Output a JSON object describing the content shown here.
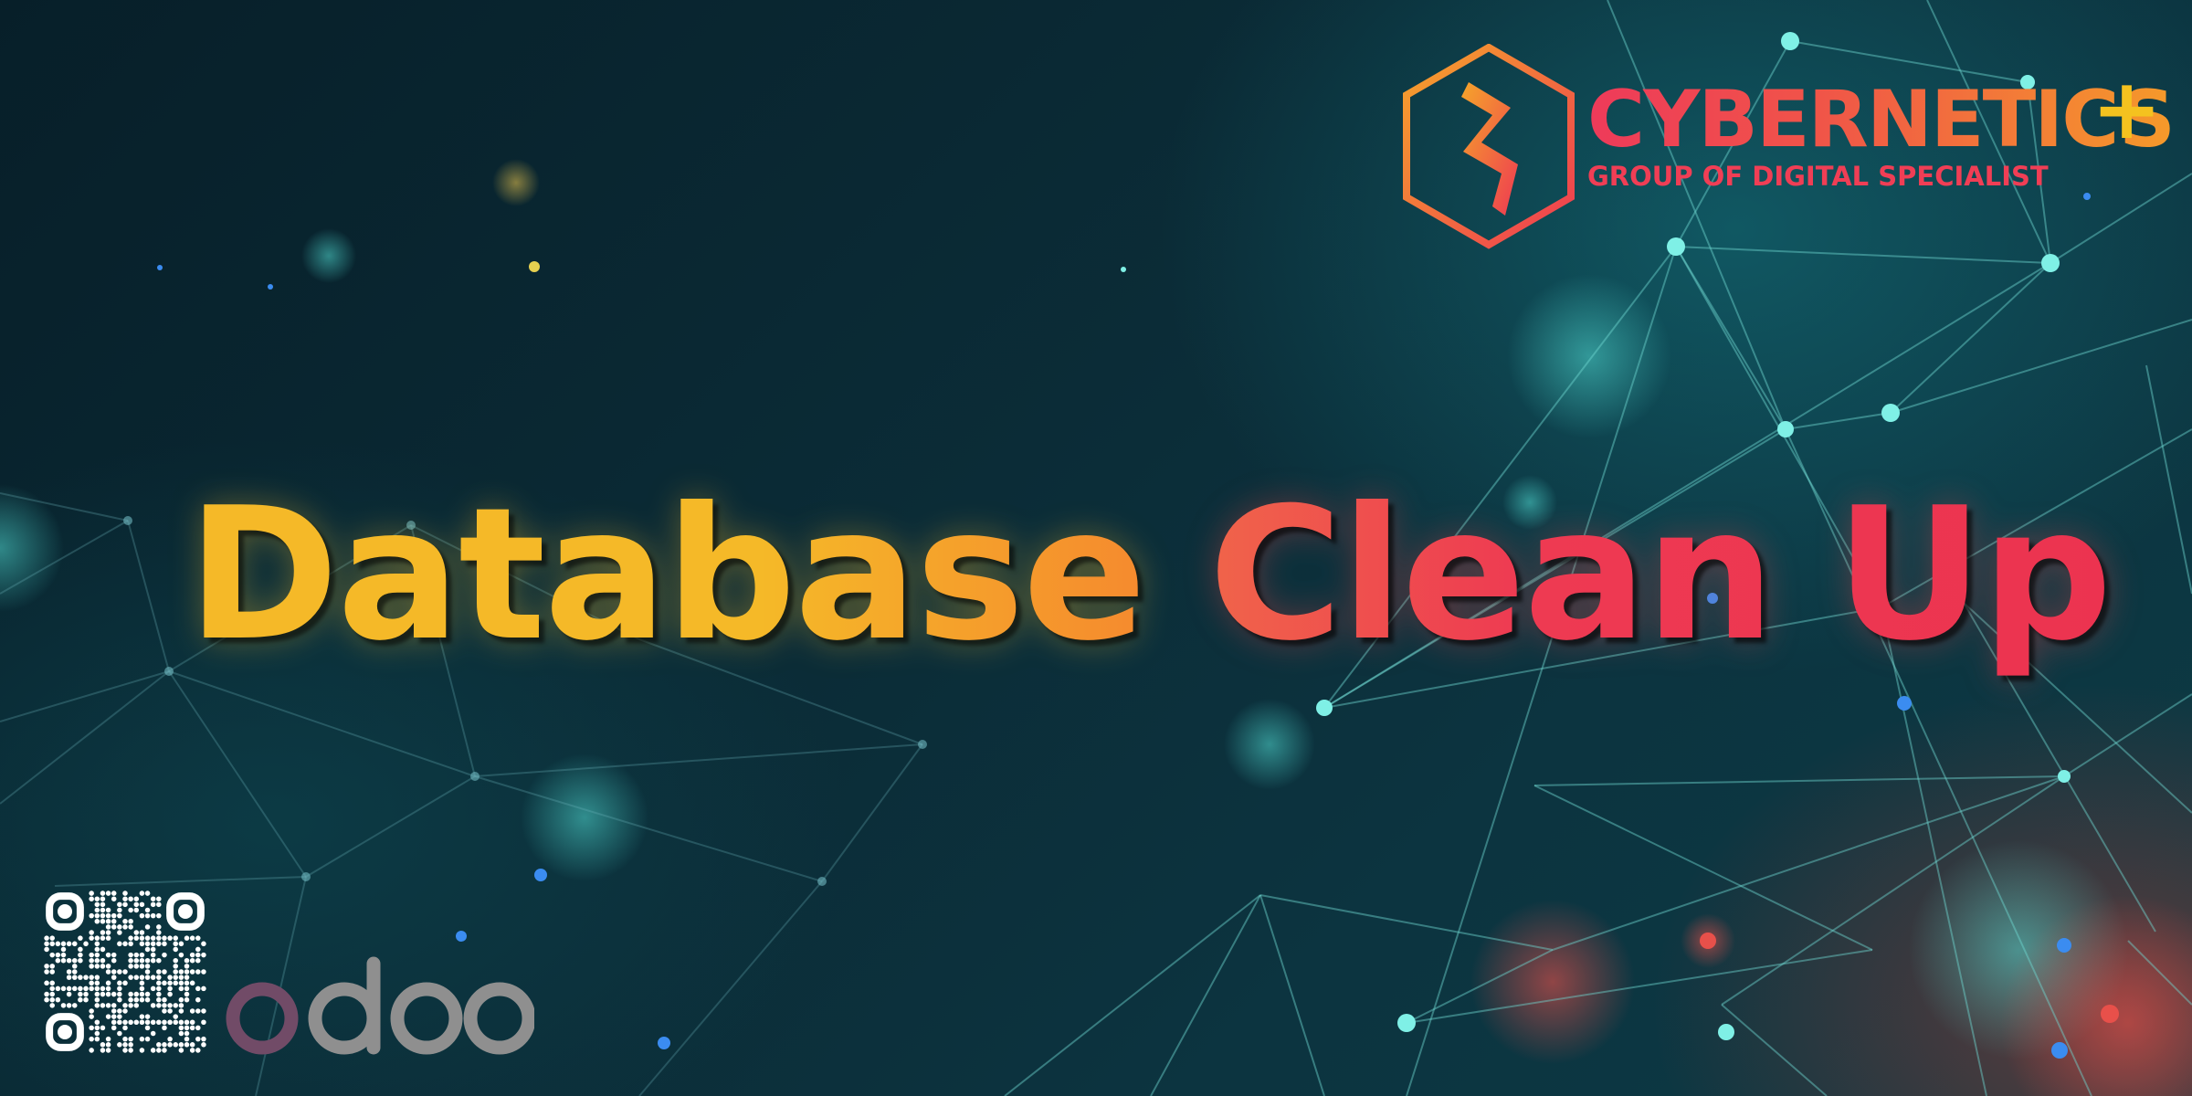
{
  "brand": {
    "name": "CYBERNETICS",
    "plus": "+",
    "tagline": "GROUP OF DIGITAL SPECIALIST"
  },
  "headline": {
    "word_1": "Database",
    "word_2": "Clean Up"
  },
  "partner": {
    "name": "odoo"
  },
  "colors": {
    "background": "#0a2832",
    "accent_yellow": "#f5b928",
    "accent_red": "#ee3a52",
    "accent_orange": "#f58a2e",
    "network_teal": "#4fd8d0",
    "odoo_purple": "#714b67",
    "odoo_grey": "#8f8f8f"
  },
  "icons": {
    "logo": "hexagon-s-logo-icon",
    "qr": "qr-code-icon",
    "odoo": "odoo-logo-icon"
  }
}
